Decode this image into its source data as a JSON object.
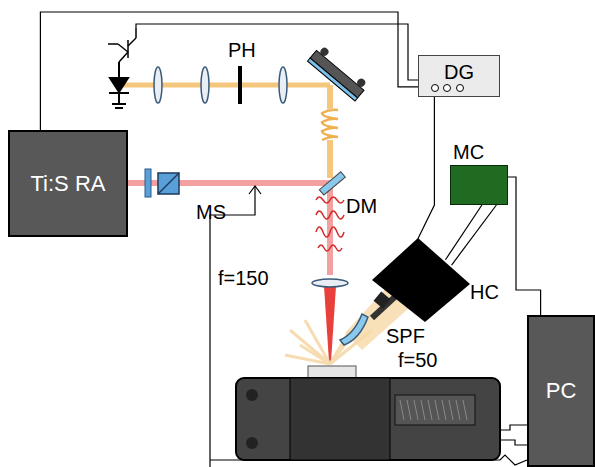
{
  "diagram": {
    "nodes": [
      {
        "text": [
          "Ti:S RA"
        ]
      },
      {
        "text": [
          "DG"
        ]
      },
      {
        "text": [
          "MC"
        ]
      },
      {
        "text": [
          "HC"
        ]
      },
      {
        "text": [
          "PC"
        ]
      }
    ],
    "edges": [
      {
        "from": 0,
        "to": 1,
        "arrow": "none"
      },
      {
        "from": 1,
        "to": 3,
        "arrow": "none"
      },
      {
        "from": 3,
        "to": 2,
        "arrow": "none"
      },
      {
        "from": 3,
        "to": 2,
        "arrow": "none"
      },
      {
        "from": 2,
        "to": 4,
        "arrow": "none"
      }
    ],
    "labels": [
      "PH",
      "MS",
      "DM",
      "f=150",
      "SPF",
      "f=50"
    ]
  }
}
